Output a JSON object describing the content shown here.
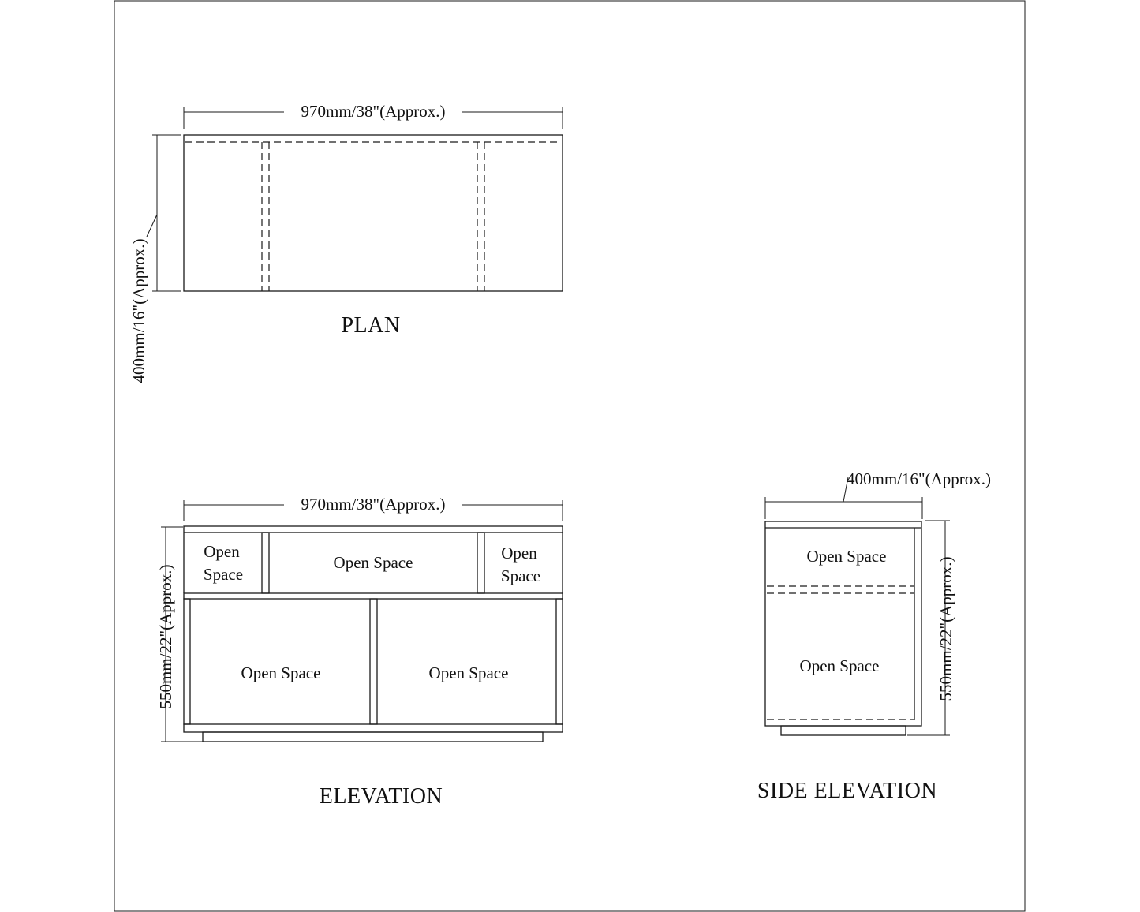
{
  "plan": {
    "title": "PLAN",
    "width_dim": "970mm/38\"(Approx.)",
    "depth_dim": "400mm/16\"(Approx.)"
  },
  "elevation": {
    "title": "ELEVATION",
    "width_dim": "970mm/38\"(Approx.)",
    "height_dim": "550mm/22\"(Approx.)",
    "compartments": {
      "top_left_line1": "Open",
      "top_left_line2": "Space",
      "top_center": "Open Space",
      "top_right_line1": "Open",
      "top_right_line2": "Space",
      "bottom_left": "Open Space",
      "bottom_right": "Open Space"
    }
  },
  "side_elevation": {
    "title": "SIDE ELEVATION",
    "width_dim": "400mm/16\"(Approx.)",
    "height_dim": "550mm/22\"(Approx.)",
    "compartments": {
      "upper": "Open Space",
      "lower": "Open Space"
    }
  }
}
